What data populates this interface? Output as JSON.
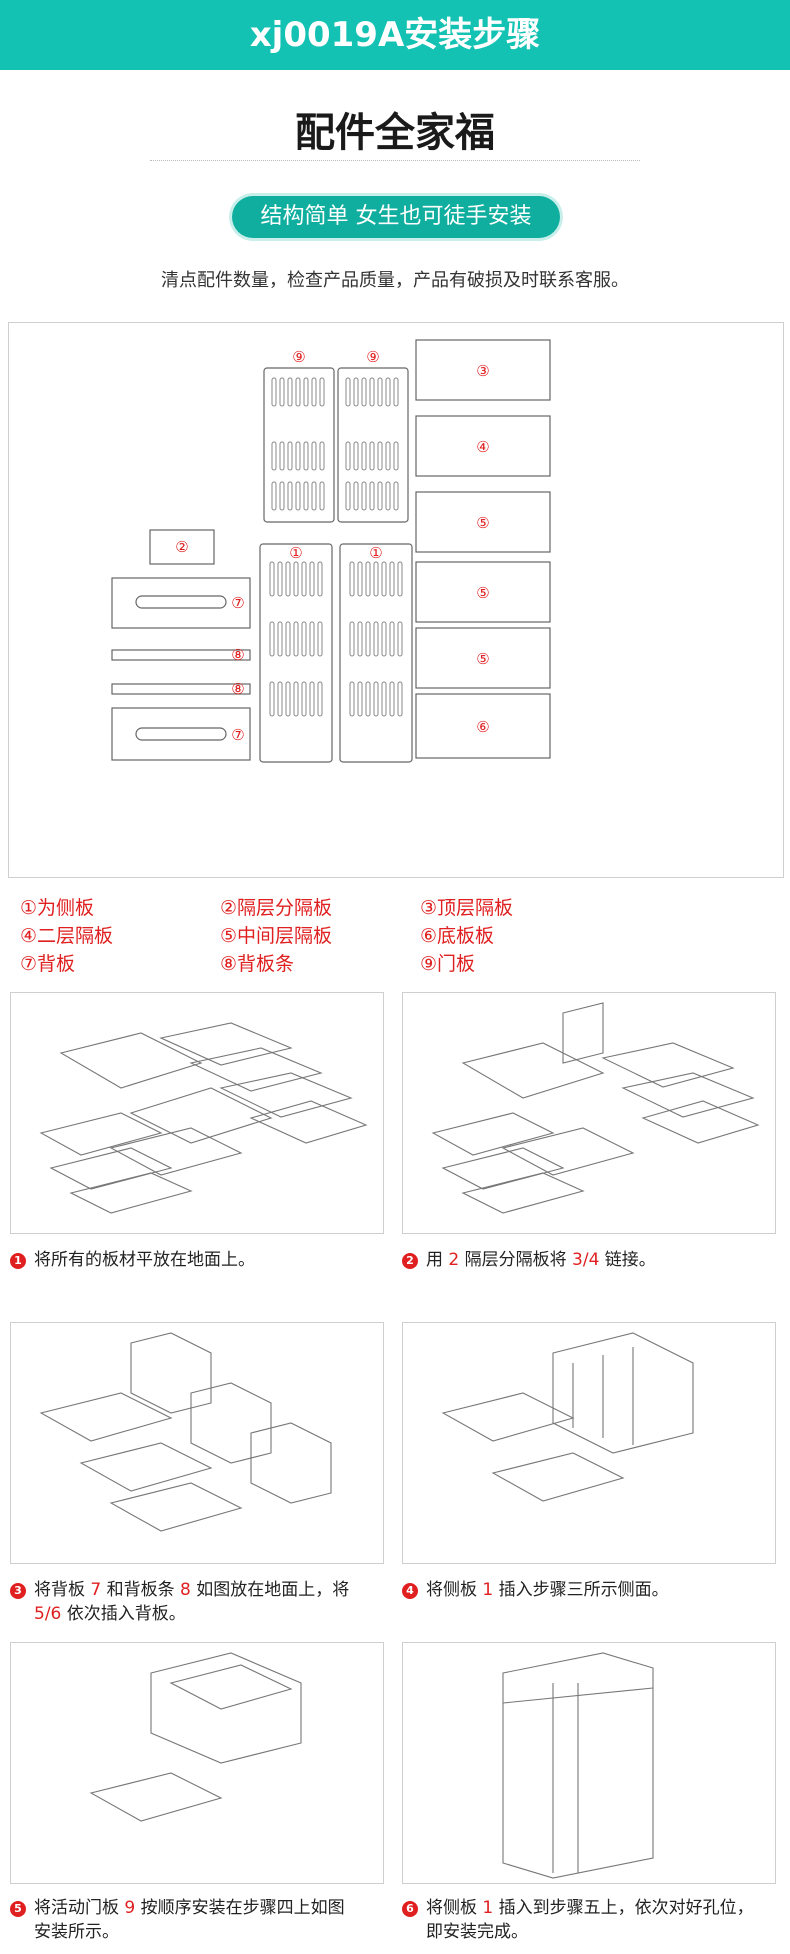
{
  "header": {
    "title": "xj0019A安装步骤"
  },
  "section": {
    "title": "配件全家福"
  },
  "pill": {
    "text": "结构简单 女生也可徒手安装"
  },
  "intro": {
    "text": "清点配件数量，检查产品质量，产品有破损及时联系客服。"
  },
  "diagram_labels": {
    "p1": "①",
    "p2": "②",
    "p3": "③",
    "p4": "④",
    "p5": "⑤",
    "p6": "⑥",
    "p7": "⑦",
    "p8": "⑧",
    "p9": "⑨"
  },
  "legend": [
    {
      "text": "①为侧板"
    },
    {
      "text": "②隔层分隔板"
    },
    {
      "text": "③顶层隔板"
    },
    {
      "text": "④二层隔板"
    },
    {
      "text": "⑤中间层隔板"
    },
    {
      "text": "⑥底板板"
    },
    {
      "text": "⑦背板"
    },
    {
      "text": "⑧背板条"
    },
    {
      "text": "⑨门板"
    }
  ],
  "colors": {
    "brand": "#13c2b3",
    "accent": "#e02020"
  },
  "steps": [
    {
      "num": "1",
      "parts": [
        "将所有的板材平放在地面上。"
      ]
    },
    {
      "num": "2",
      "parts": [
        "用 ",
        "2",
        " 隔层分隔板将 ",
        "3/4",
        " 链接。"
      ]
    },
    {
      "num": "3",
      "parts": [
        "将背板 ",
        "7",
        " 和背板条 ",
        "8",
        " 如图放在地面上，将",
        "5/6",
        " 依次插入背板。"
      ]
    },
    {
      "num": "4",
      "parts": [
        "将侧板 ",
        "1",
        " 插入步骤三所示侧面。"
      ]
    },
    {
      "num": "5",
      "parts": [
        "将活动门板 ",
        "9",
        " 按顺序安装在步骤四上如图",
        "安装所示。"
      ]
    },
    {
      "num": "6",
      "parts": [
        "将侧板 ",
        "1",
        " 插入到步骤五上，依次对好孔位，",
        "即安装完成。"
      ]
    }
  ]
}
